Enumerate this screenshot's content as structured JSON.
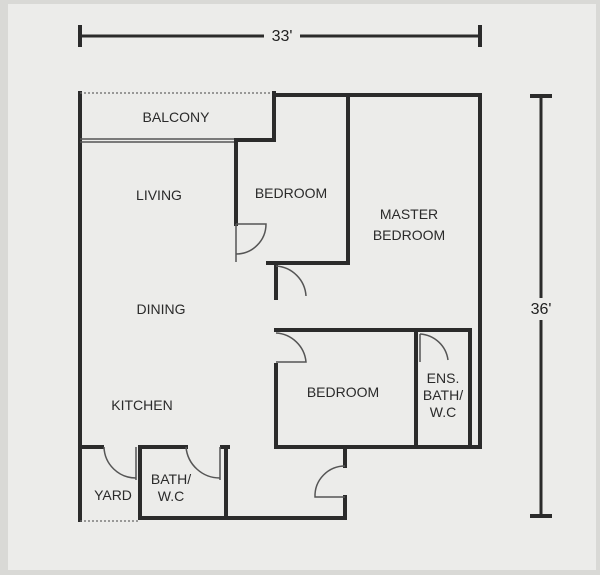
{
  "dimensions": {
    "width_label": "33'",
    "height_label": "36'"
  },
  "rooms": {
    "balcony": "BALCONY",
    "living": "LIVING",
    "bedroom_1": "BEDROOM",
    "master_bedroom_line1": "MASTER",
    "master_bedroom_line2": "BEDROOM",
    "dining": "DINING",
    "bedroom_2": "BEDROOM",
    "ens_bath_line1": "ENS.",
    "ens_bath_line2": "BATH/",
    "ens_bath_line3": "W.C",
    "kitchen": "KITCHEN",
    "yard": "YARD",
    "bath_wc_line1": "BATH/",
    "bath_wc_line2": "W.C"
  },
  "colors": {
    "paper": "#ececea",
    "wall": "#2b2b2b",
    "background": "#d9d9d6"
  }
}
